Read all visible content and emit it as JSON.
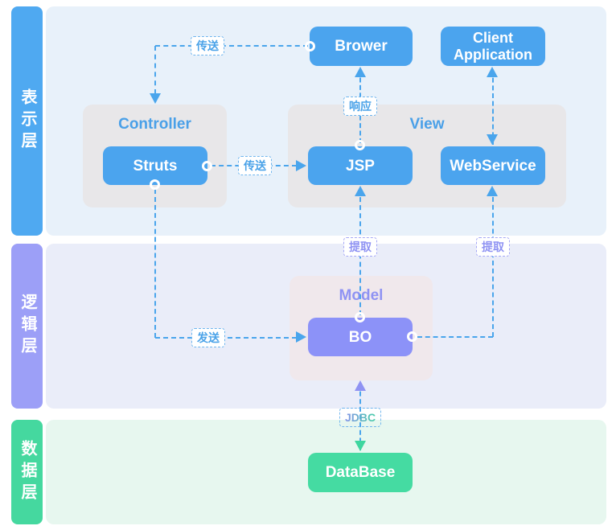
{
  "layers": [
    {
      "label": "表示层",
      "bar_color": "#4fa9f1",
      "panel_color": "#e8f1fa"
    },
    {
      "label": "逻辑层",
      "bar_color": "#9c9ff7",
      "panel_color": "#eaedf9"
    },
    {
      "label": "数据层",
      "bar_color": "#45d89f",
      "panel_color": "#e7f7ef"
    }
  ],
  "groups": {
    "controller": "Controller",
    "view": "View",
    "model": "Model"
  },
  "nodes": {
    "brower": "Brower",
    "client_application": "Client Application",
    "struts": "Struts",
    "jsp": "JSP",
    "webservice": "WebService",
    "bo": "BO",
    "database": "DataBase"
  },
  "edges": {
    "chuansong_top": "传送",
    "chuansong_mid": "传送",
    "xiangying": "响应",
    "tiqu_left": "提取",
    "tiqu_right": "提取",
    "fasong": "发送",
    "jdbc": "JDBC"
  },
  "colors": {
    "node_blue": "#4ba4ee",
    "node_purple": "#8c92f8",
    "node_green": "#45dba2",
    "group_gray": "#e8e7e9",
    "group_pink": "#f0e8ec",
    "line_blue": "#4aa5ec",
    "accent_purple": "#8f93f3",
    "accent_green": "#3fd69f"
  }
}
